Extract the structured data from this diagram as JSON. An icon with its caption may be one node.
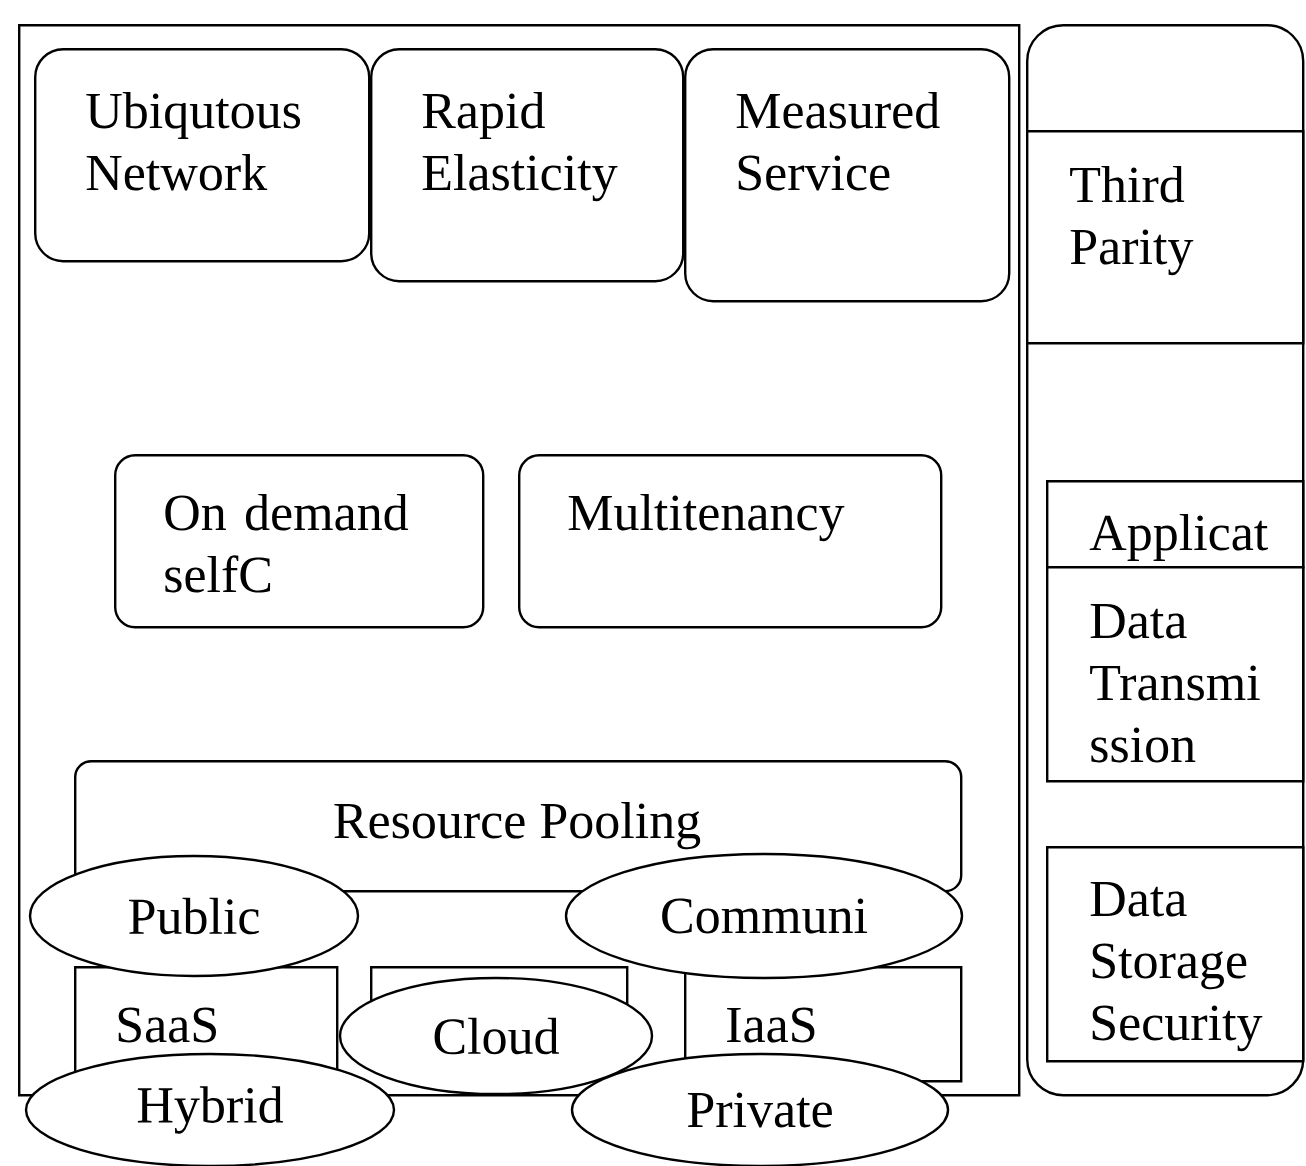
{
  "diagram": {
    "nodes": [
      {
        "text": [],
        "shape": "box"
      },
      {
        "text": [
          "Ubiqutous Network"
        ],
        "in": 0
      },
      {
        "text": [
          "Rapid Elasticity"
        ],
        "in": 0
      },
      {
        "text": [
          "Measured Service"
        ],
        "in": 0
      },
      {
        "text": [
          "On demand selfC"
        ],
        "in": 0
      },
      {
        "text": [
          "Multitenancy"
        ],
        "in": 0
      },
      {
        "text": [
          "Resource Pooling"
        ],
        "in": 0
      },
      {
        "text": [
          "Public"
        ],
        "in": 0
      },
      {
        "text": [
          "Communi"
        ],
        "in": 0
      },
      {
        "text": [
          "SaaS"
        ],
        "in": 0
      },
      {
        "text": [],
        "shape": "box",
        "in": 0
      },
      {
        "text": [
          "Cloud"
        ],
        "in": 0
      },
      {
        "text": [
          "IaaS"
        ],
        "in": 0
      },
      {
        "text": [
          "Hybrid"
        ]
      },
      {
        "text": [
          "Private"
        ]
      },
      {
        "text": [],
        "shape": "box"
      },
      {
        "text": [
          "Third Parity"
        ],
        "in": 15
      },
      {
        "text": [
          "Applicat"
        ],
        "in": 15
      },
      {
        "text": [
          "Data Transmi ssion"
        ],
        "in": 15
      },
      {
        "text": [
          "Data Storage Security"
        ],
        "in": 15
      }
    ]
  }
}
